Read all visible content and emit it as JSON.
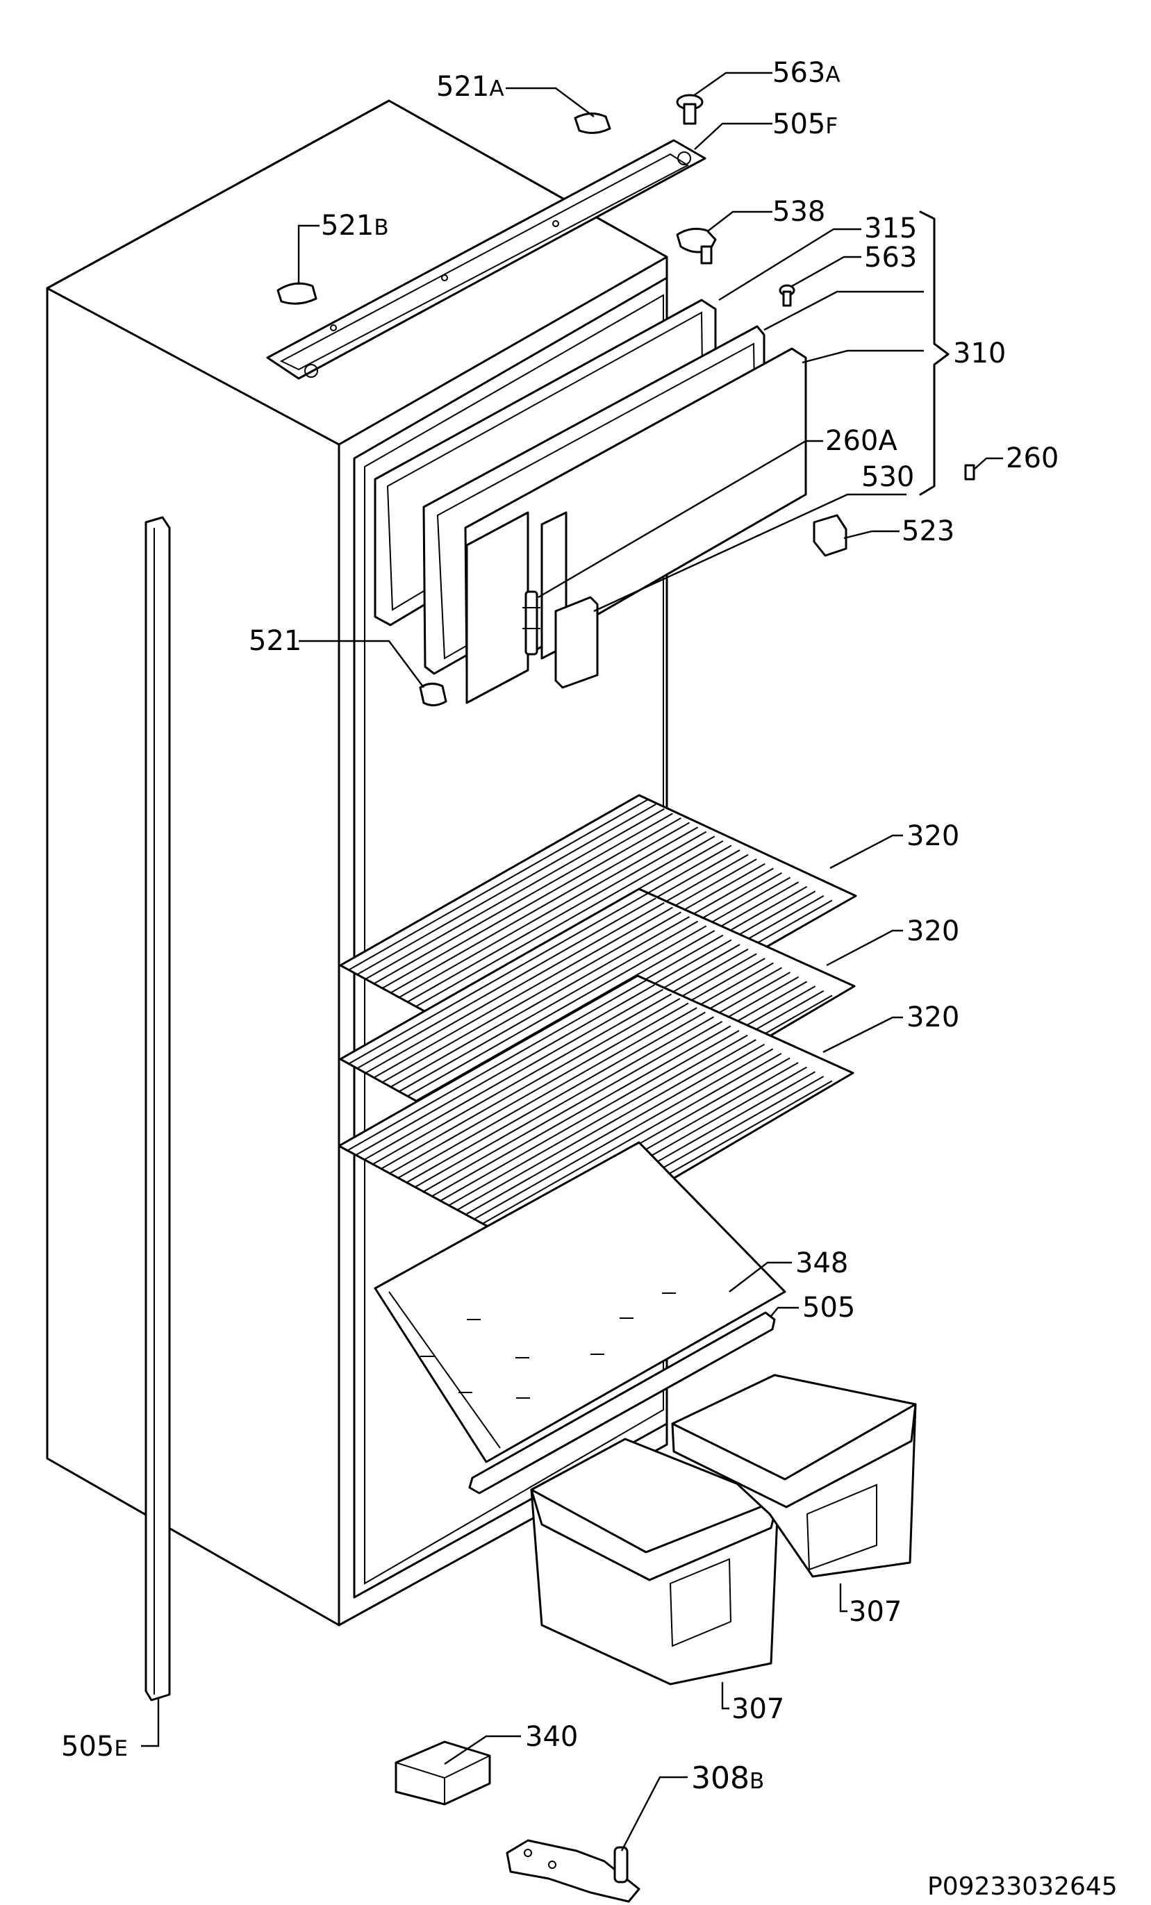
{
  "diagram": {
    "drawing_code": "P09233032645",
    "callouts": [
      {
        "id": "521a",
        "num": "521",
        "suffix": "A"
      },
      {
        "id": "563a",
        "num": "563",
        "suffix": "A"
      },
      {
        "id": "505f",
        "num": "505",
        "suffix": "F"
      },
      {
        "id": "521b",
        "num": "521",
        "suffix": "B"
      },
      {
        "id": "538",
        "num": "538",
        "suffix": ""
      },
      {
        "id": "315",
        "num": "315",
        "suffix": ""
      },
      {
        "id": "563",
        "num": "563",
        "suffix": ""
      },
      {
        "id": "310",
        "num": "310",
        "suffix": ""
      },
      {
        "id": "260",
        "num": "260",
        "suffix": ""
      },
      {
        "id": "260a",
        "num": "260A",
        "suffix": ""
      },
      {
        "id": "530",
        "num": "530",
        "suffix": ""
      },
      {
        "id": "523",
        "num": "523",
        "suffix": ""
      },
      {
        "id": "521",
        "num": "521",
        "suffix": ""
      },
      {
        "id": "320-1",
        "num": "320",
        "suffix": ""
      },
      {
        "id": "320-2",
        "num": "320",
        "suffix": ""
      },
      {
        "id": "320-3",
        "num": "320",
        "suffix": ""
      },
      {
        "id": "348",
        "num": "348",
        "suffix": ""
      },
      {
        "id": "505",
        "num": "505",
        "suffix": ""
      },
      {
        "id": "307-1",
        "num": "307",
        "suffix": ""
      },
      {
        "id": "307-2",
        "num": "307",
        "suffix": ""
      },
      {
        "id": "505e",
        "num": "505",
        "suffix": "E"
      },
      {
        "id": "340",
        "num": "340",
        "suffix": ""
      },
      {
        "id": "308b",
        "num": "308",
        "suffix": "B"
      }
    ]
  }
}
